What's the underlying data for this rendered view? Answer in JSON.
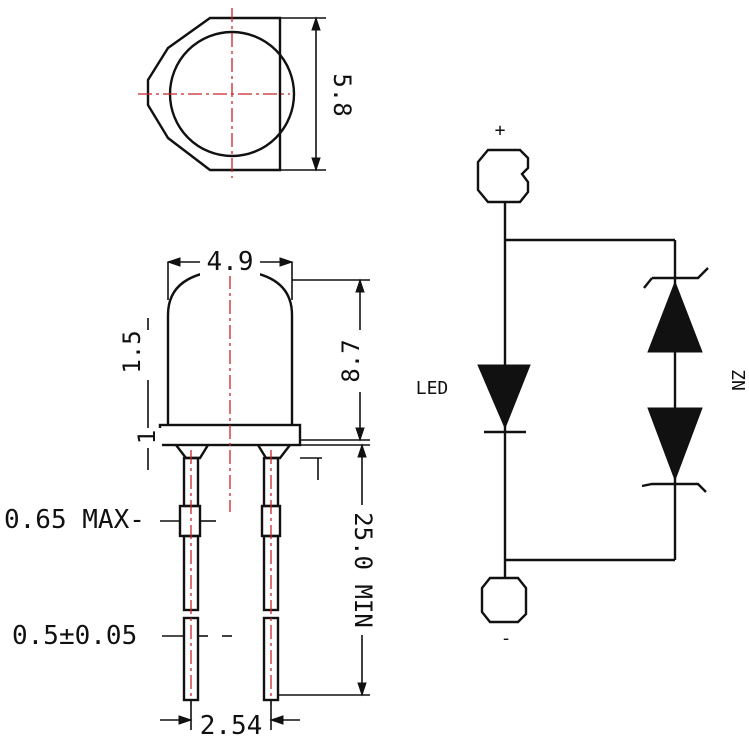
{
  "labels": {
    "dia_top": "5.8",
    "width_body": "4.9",
    "height_dome": "1.5",
    "height_body": "8.7",
    "flange": "1",
    "lead_max": "0.65 MAX-",
    "lead_min_len": "25.0 MIN",
    "lead_dia": "0.5±0.05",
    "pitch": "2.54"
  },
  "schematic": {
    "plus": "+",
    "minus": "-",
    "led": "LED",
    "zener": "ZN"
  }
}
